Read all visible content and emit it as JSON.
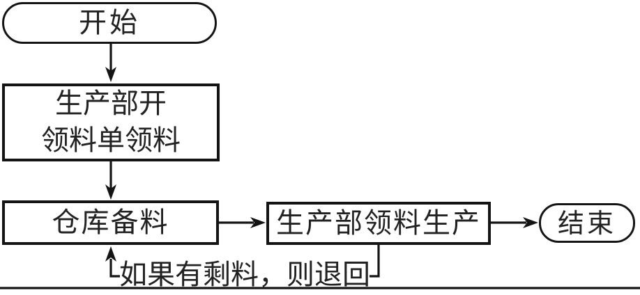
{
  "diagram": {
    "type": "flowchart",
    "colors": {
      "background": "#ffffff",
      "stroke": "#141414",
      "text": "#222222"
    },
    "nodes": {
      "start": {
        "shape": "terminator",
        "label": "开始"
      },
      "requisition": {
        "shape": "process",
        "line1": "生产部开",
        "line2": "领料单领料"
      },
      "warehouse": {
        "shape": "process",
        "label": "仓库备料"
      },
      "production": {
        "shape": "process",
        "label": "生产部领料生产"
      },
      "end": {
        "shape": "terminator",
        "label": "结束"
      }
    },
    "edges": [
      {
        "from": "start",
        "to": "requisition"
      },
      {
        "from": "requisition",
        "to": "warehouse"
      },
      {
        "from": "warehouse",
        "to": "production"
      },
      {
        "from": "production",
        "to": "end"
      },
      {
        "from": "production",
        "to": "warehouse",
        "label": "如果有剩料，则退回"
      }
    ],
    "feedback": {
      "label": "如果有剩料，则退回"
    }
  }
}
